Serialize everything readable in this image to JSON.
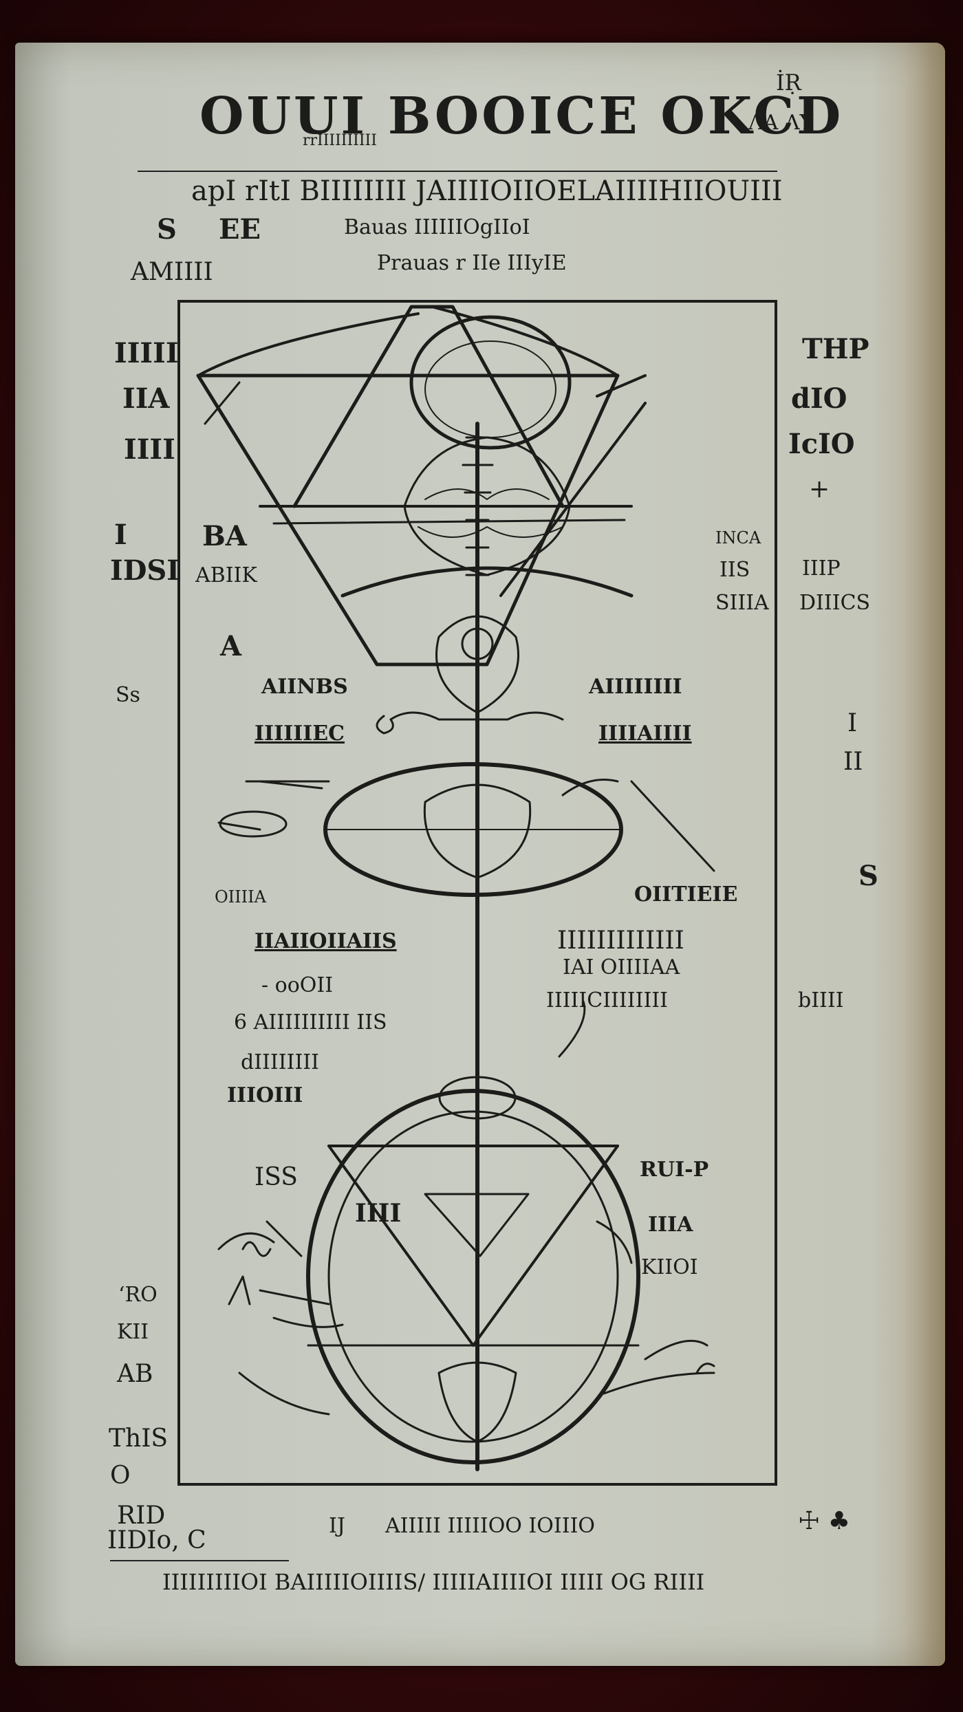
{
  "header": {
    "title": "OUUI BOOICE OKCD",
    "title_mark": "ɅA ɅY",
    "title_superscript": "İṚ",
    "subtitle": "rrIIIIIIIIII",
    "running_line": "apI rItI BIIIIIIII JAIIIIOIIOELAIIIIHIIOUIII",
    "left_note_a": "S",
    "left_note_b": "EE",
    "left_note_c": "AMIIII",
    "center_note_1": "Bauas IIIIIIOgIIoI",
    "center_note_2": "Prauas r IIe IIIyIE"
  },
  "margins": {
    "left": [
      "IIIII",
      "IIA",
      "IIII",
      "I",
      "IDSI",
      "A",
      "Ss",
      "ʻRO",
      "KII",
      "AB",
      "ThIS",
      "O",
      "RID",
      "IIDIo, C"
    ],
    "right": [
      "THP",
      "dIO",
      "IcIO",
      "+",
      "IIIP",
      "DIIICS",
      "I",
      "II",
      "S",
      "bIIII"
    ]
  },
  "diagram_labels": {
    "a1": "BA",
    "a2": "ABIIK",
    "a3": "INCA",
    "a4": "IIS",
    "a5": "SIIIA",
    "b1": "AIINBS",
    "b2": "AIIIIIIII",
    "b3": "IIIIIIEC",
    "b4": "IIIIAIIII",
    "c1": "OIIIIA",
    "c2": "OIITIEIE",
    "d1": "IIAIIOIIAIIS",
    "d2": "IIIIIIIIIIIII",
    "d3": "IAI OIIIIAA",
    "d4": "IIIIICIIIIIIII",
    "e1": "- ooOII",
    "e2": "6 AIIIIIIIIII IIS",
    "e3": "dIIIIIIII",
    "e4": "IIIOIII",
    "f1": "ISS",
    "f2": "IIII",
    "f3": "RUI-P",
    "f4": "IIIA",
    "f5": "KIIOI"
  },
  "footer": {
    "line1": "AIIIII IIIIIOO IOIIIO",
    "line1_left": "IJ",
    "line1_right": "☩ ♣",
    "line2": "IIIIIIIIIOI BAIIIIIOIIIIS/ IIIIIAIIIIOI IIIII OG RIIII"
  },
  "colors": {
    "paper": "#c9ccc2",
    "ink": "#1c1c1a",
    "background": "#3a0d0f"
  }
}
